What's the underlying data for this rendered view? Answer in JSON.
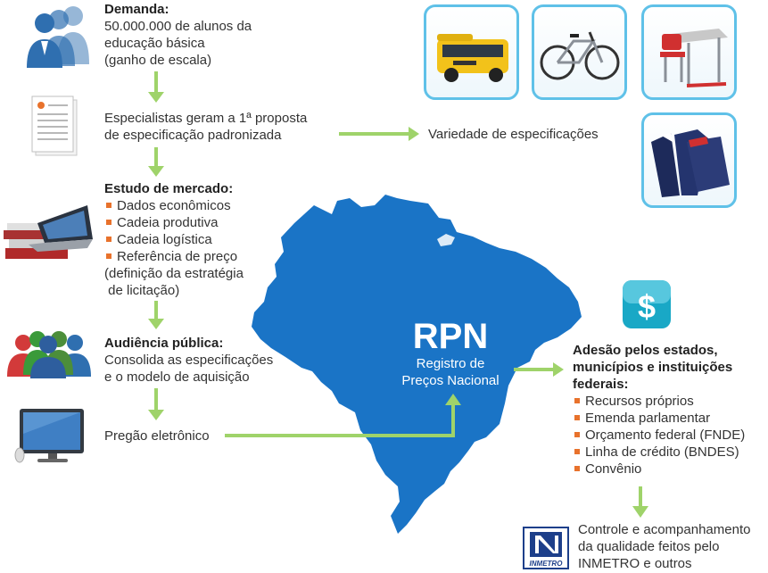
{
  "steps": {
    "demanda": {
      "title": "Demanda:",
      "lines": [
        "50.000.000 de alunos da",
        "educação básica",
        "(ganho de escala)"
      ]
    },
    "especialistas": {
      "lines": [
        "Especialistas geram a 1ª proposta",
        "de especificação padronizada"
      ]
    },
    "variedade": {
      "text": "Variedade de especificações"
    },
    "estudo": {
      "title": "Estudo de mercado:",
      "bullets": [
        "Dados econômicos",
        "Cadeia produtiva",
        "Cadeia logística",
        "Referência de preço"
      ],
      "extra": [
        "(definição da estratégia",
        " de licitação)"
      ]
    },
    "audiencia": {
      "title": "Audiência pública:",
      "lines": [
        "Consolida as especificações",
        "e o modelo de aquisição"
      ]
    },
    "pregao": {
      "text": "Pregão eletrônico"
    }
  },
  "rpn": {
    "acronym": "RPN",
    "line1": "Registro de",
    "line2": "Preços Nacional"
  },
  "adesao": {
    "title_lines": [
      "Adesão pelos estados,",
      "municípios e instituições",
      "federais:"
    ],
    "bullets": [
      "Recursos próprios",
      "Emenda parlamentar",
      "Orçamento federal (FNDE)",
      "Linha de crédito (BNDES)",
      "Convênio"
    ]
  },
  "controle": {
    "lines": [
      "Controle e acompanhamento",
      "da qualidade feitos pelo",
      "INMETRO e outros"
    ]
  },
  "inmetro_logo_text": "INMETRO",
  "colors": {
    "arrow": "#9fd36a",
    "map": "#1a74c6",
    "bullet": "#e8722c",
    "frame": "#5fc1e8",
    "people_blue": "#2f6fb0"
  },
  "icons": [
    "people-group-icon",
    "document-icon",
    "laptop-books-icon",
    "people-colored-icon",
    "computer-monitor-icon",
    "dollar-icon",
    "inmetro-logo-icon",
    "school-bus-icon",
    "bicycle-icon",
    "school-desk-icon",
    "uniform-icon"
  ]
}
